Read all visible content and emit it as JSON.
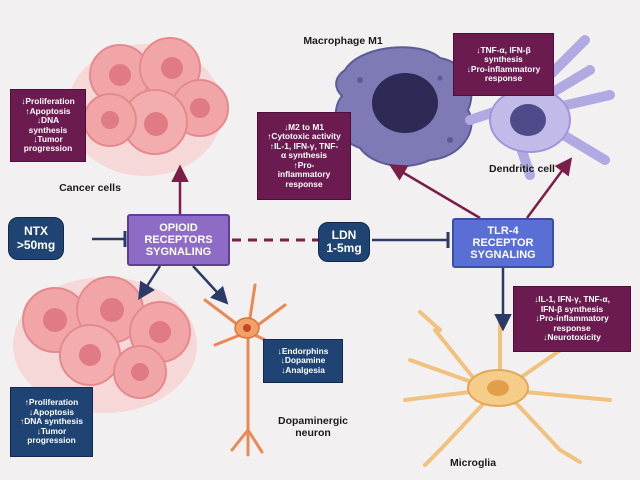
{
  "labels": {
    "macrophage": "Macrophage M1",
    "dendritic": "Dendritic cell",
    "cancer": "Cancer cells",
    "microglia": "Microglia",
    "neuron": [
      "Dopaminergic",
      "neuron"
    ]
  },
  "nodes": {
    "ntx": [
      "NTX",
      ">50mg"
    ],
    "opioid": [
      "OPIOID",
      "RECEPTORS",
      "SYGNALING"
    ],
    "ldn": [
      "LDN",
      "1-5mg"
    ],
    "tlr4": [
      "TLR-4",
      "RECEPTOR",
      "SYGNALING"
    ]
  },
  "boxes": {
    "cancer_top": [
      "↓Proliferation",
      "↑Apoptosis",
      "↓DNA",
      "synthesis",
      "↓Tumor",
      "progression"
    ],
    "macrophage_effects": [
      "↓M2 to M1",
      "↑Cytotoxic activity",
      "↑IL-1, IFN-γ, TNF-",
      "α synthesis",
      "↑Pro-",
      "inflammatory",
      "response"
    ],
    "dendritic_effects": [
      "↓TNF-α, IFN-β",
      "synthesis",
      "↓Pro-inflammatory",
      "response"
    ],
    "microglia_effects": [
      "↓IL-1, IFN-γ, TNF-α,",
      "IFN-β synthesis",
      "↓Pro-inflammatory",
      "response",
      "↓Neurotoxicity"
    ],
    "neuron_effects": [
      "↓Endorphins",
      "↓Dopamine",
      "↓Analgesia"
    ],
    "cancer_bottom": [
      "↑Proliferation",
      "↓Apoptosis",
      "↑DNA synthesis",
      "↓Tumor",
      "progression"
    ]
  },
  "colors": {
    "dark_purple": "#6b1b4f",
    "navy": "#1f4474",
    "node_purple": "#8e6cc6",
    "node_blue": "#5a6fd6",
    "arrow": "#2b3a67",
    "arrow_maroon": "#7a1f4a"
  }
}
